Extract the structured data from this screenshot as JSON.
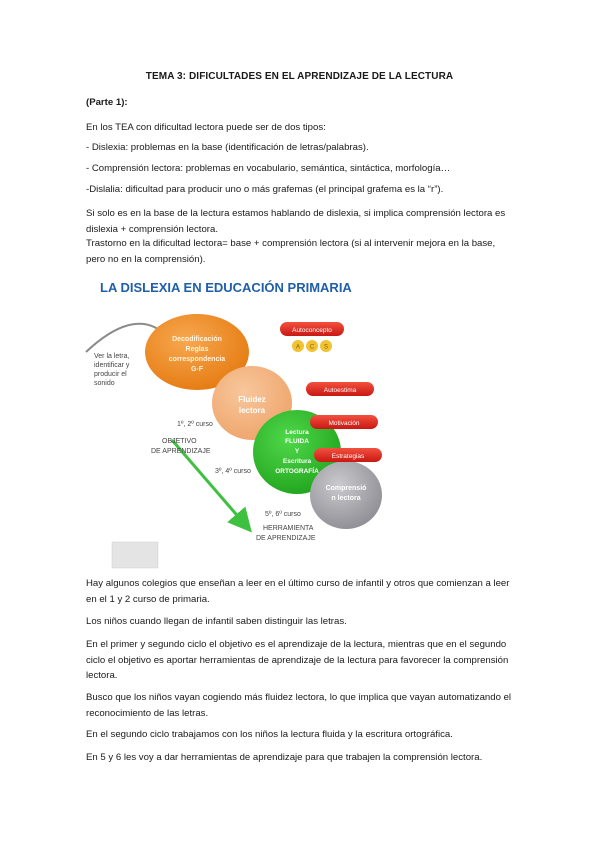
{
  "document": {
    "title": "TEMA 3: DIFICULTADES EN EL APRENDIZAJE DE LA LECTURA",
    "part": "(Parte 1):",
    "intro": "En los TEA con dificultad lectora puede ser de dos tipos:",
    "bullets": [
      "- Dislexia: problemas en la base (identificación de letras/palabras).",
      "- Comprensión lectora: problemas en vocabulario, semántica, sintáctica, morfología…",
      "-Dislalia: dificultad para producir uno o más grafemas (el principal grafema es la “r”)."
    ],
    "para1": "Si solo es en la base de la lectura estamos hablando de dislexia, si implica comprensión lectora es dislexia + comprensión lectora.",
    "para2": "Trastorno en la dificultad lectora= base + comprensión lectora (si al intervenir mejora en la base, pero no en la comprensión).",
    "paragraphs_after": [
      "Hay algunos colegios que enseñan a leer en el último curso de infantil y otros que comienzan a leer en el 1 y 2 curso de primaria.",
      "Los niños cuando llegan de infantil saben distinguir las letras.",
      "En el primer y segundo ciclo el objetivo es el aprendizaje de la lectura, mientras que en el segundo ciclo el objetivo es aportar herramientas de aprendizaje de la lectura para favorecer la comprensión lectora.",
      "Busco que los niños vayan cogiendo más fluidez lectora, lo que implica que vayan automatizando el reconocimiento de las letras.",
      "En el segundo ciclo trabajamos con los niños la lectura fluida y la escritura ortográfica.",
      "En 5 y 6 les voy a dar herramientas de aprendizaje para que trabajen la comprensión lectora."
    ]
  },
  "figure": {
    "title": "LA DISLEXIA EN EDUCACIÓN PRIMARIA",
    "left_note": [
      "Ver la letra,",
      "identificar y",
      "producir el",
      "sonido"
    ],
    "circle1": [
      "Decodificación",
      "Reglas",
      "correspondencia",
      "G-F"
    ],
    "circle2": [
      "Fluidez",
      "lectora"
    ],
    "circle3": [
      "Lectura",
      "FLUIDA",
      "Y",
      "Escritura",
      "ORTOGRAFÍA"
    ],
    "circle4": [
      "Comprensió",
      "n lectora"
    ],
    "pills": [
      "Autoconcepto",
      "Autoestima",
      "Motivación",
      "Estrategias"
    ],
    "dots": [
      "A",
      "C",
      "S"
    ],
    "course1": "1º, 2º curso",
    "course2": "3º, 4º curso",
    "course3": "5º, 6º curso",
    "objetivo": [
      "OBJETIVO",
      "DE APRENDIZAJE"
    ],
    "herramienta": [
      "HERRAMIENTA",
      "DE APRENDIZAJE"
    ]
  },
  "colors": {
    "title_blue": "#1f5fa8",
    "orange": "#f18a1c",
    "peach": "#f5b37c",
    "green": "#2fc02a",
    "grey": "#a8a8ad",
    "red": "#e8261e",
    "gold": "#f1c232",
    "arrow_green": "#3ec040"
  }
}
